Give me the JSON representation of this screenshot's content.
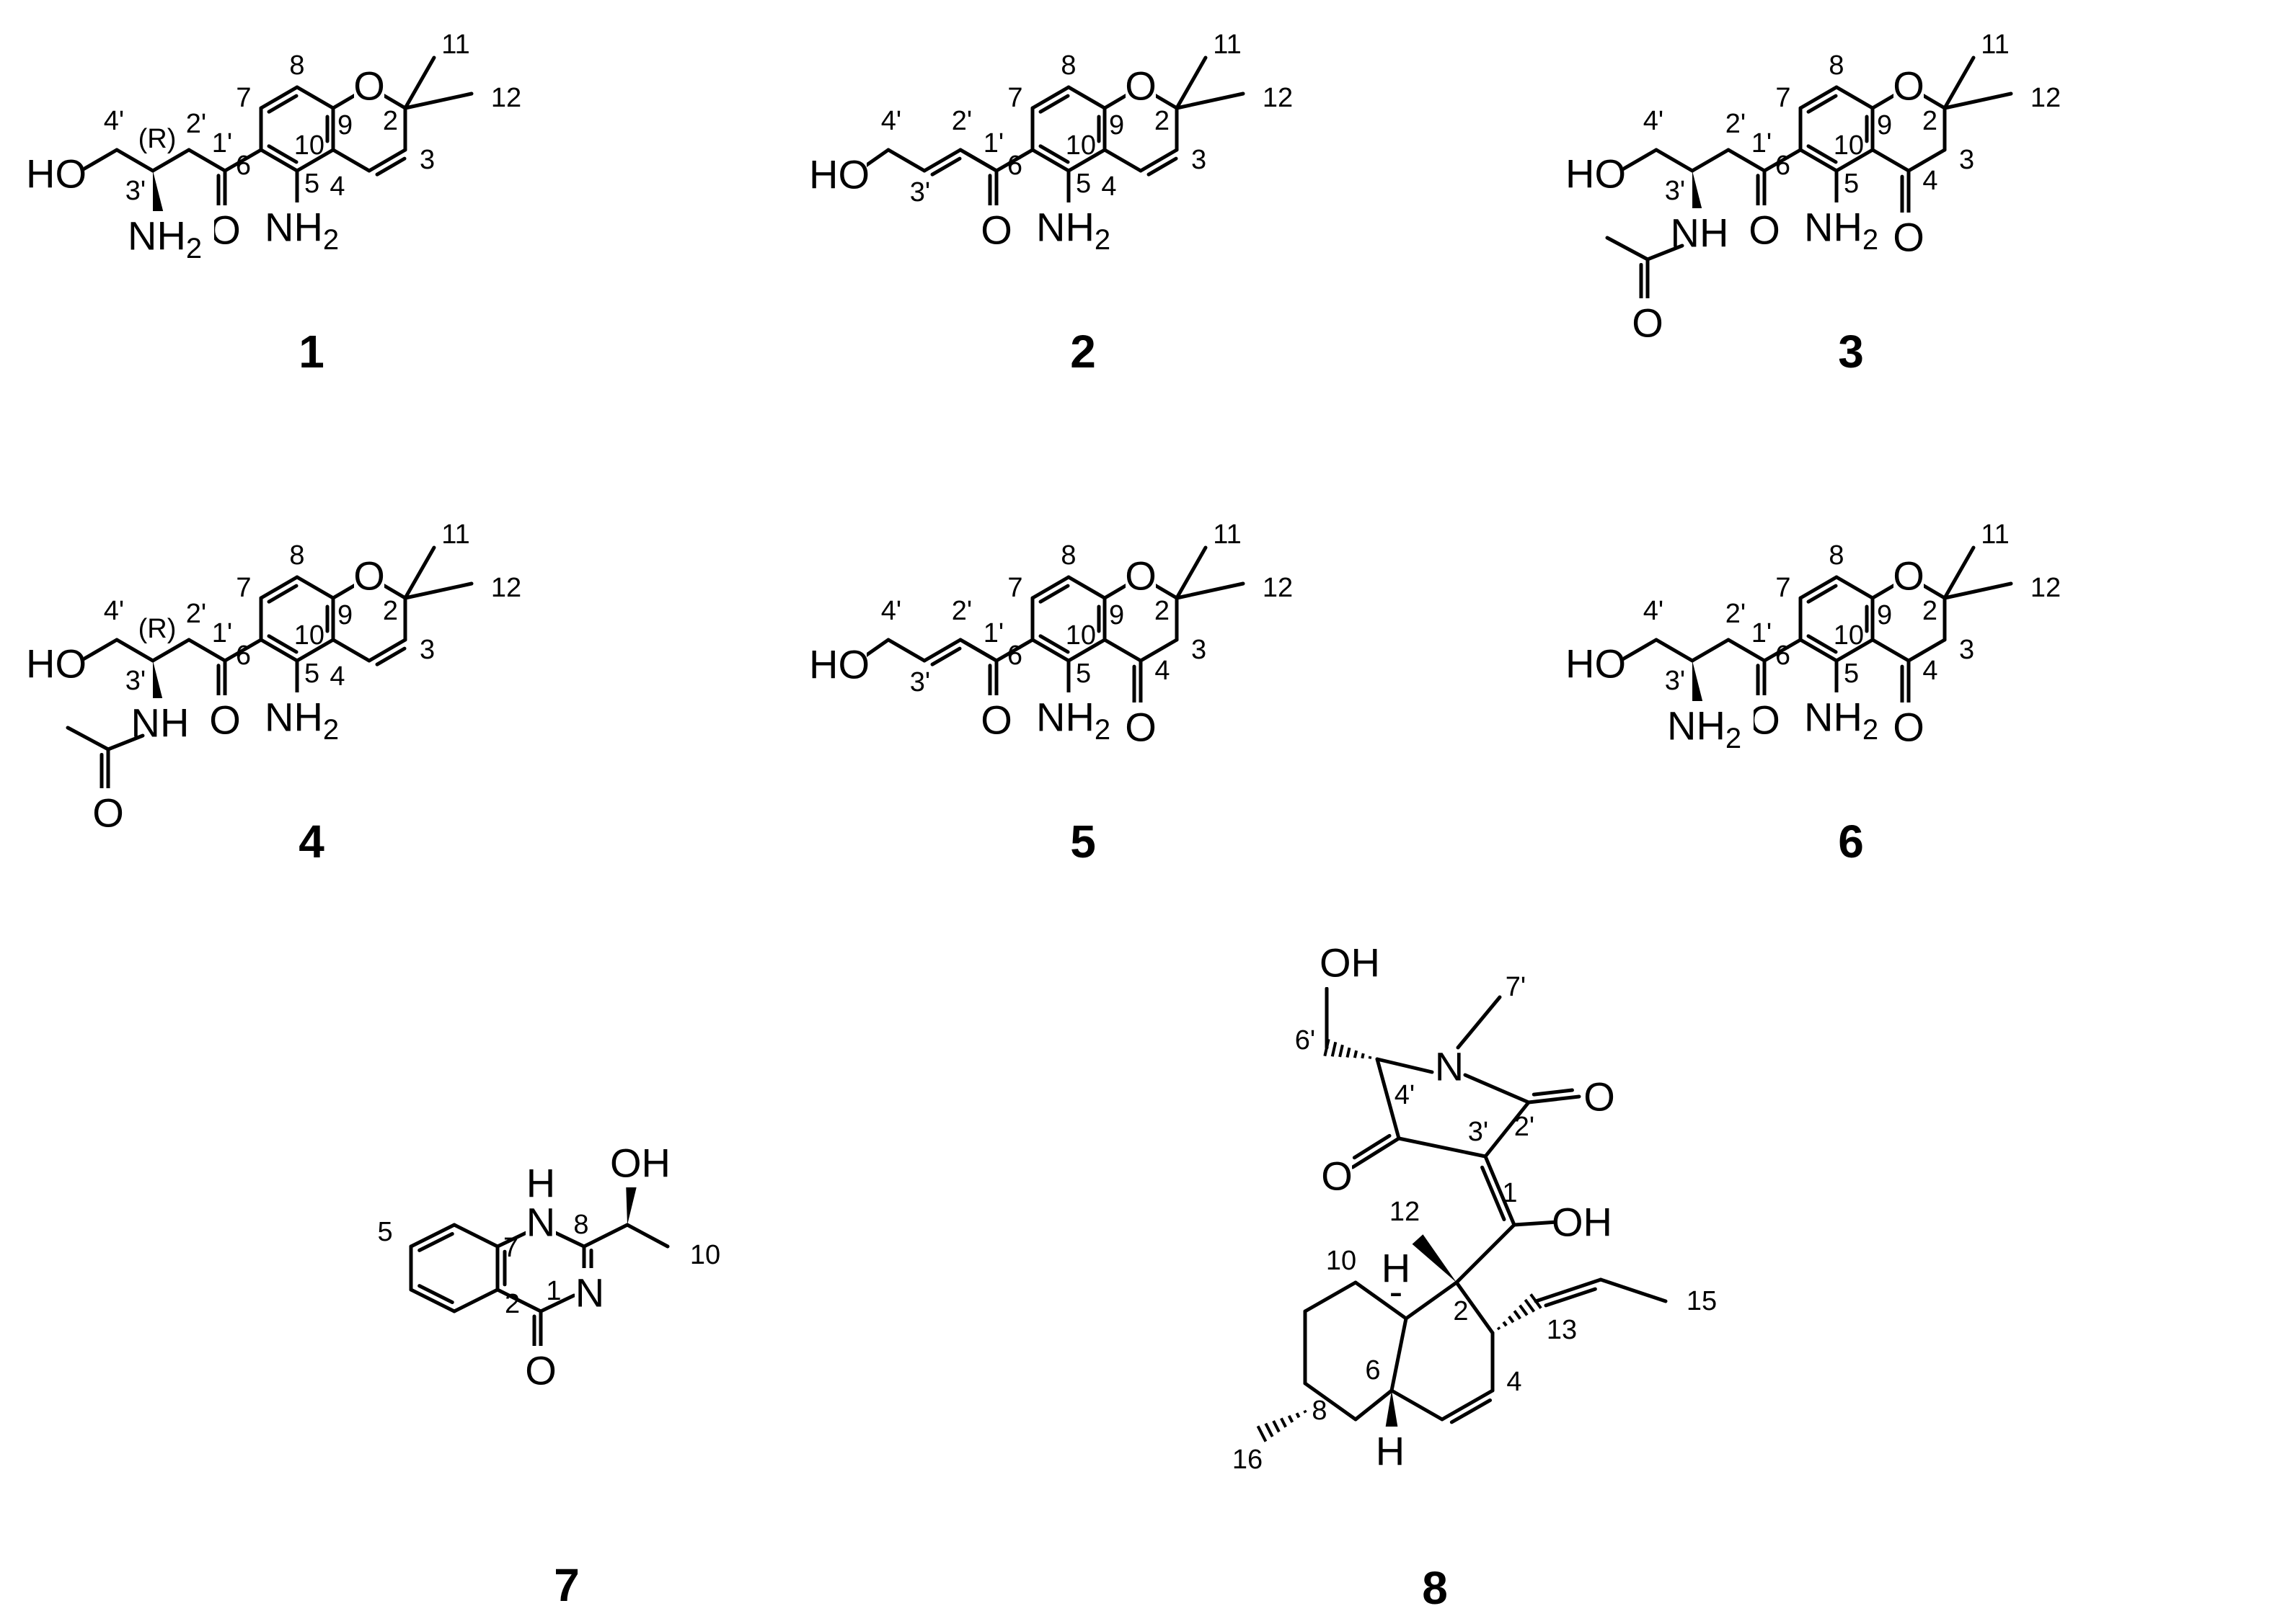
{
  "figure": {
    "compounds": [
      {
        "label": "1",
        "type": "aminochromene",
        "hydroxy": "HO",
        "n": "NH2",
        "acetyl": false,
        "stereo": "(R)",
        "ring": "chromene",
        "side": "amino",
        "wedgeDir": "down"
      },
      {
        "label": "2",
        "type": "aminochromene",
        "hydroxy": "HO",
        "n": "NH2",
        "acetyl": false,
        "stereo": "",
        "ring": "chromene",
        "side": "enone"
      },
      {
        "label": "3",
        "type": "aminochromene",
        "hydroxy": "HO",
        "n": "NH",
        "acetyl": true,
        "stereo": "",
        "ring": "chromanone",
        "side": "amino",
        "wedgeDir": "down"
      },
      {
        "label": "4",
        "type": "aminochromene",
        "hydroxy": "HO",
        "n": "NH",
        "acetyl": true,
        "stereo": "(R)",
        "ring": "chromene",
        "side": "amino",
        "wedgeDir": "down"
      },
      {
        "label": "5",
        "type": "aminochromene",
        "hydroxy": "HO",
        "n": "",
        "acetyl": false,
        "stereo": "",
        "ring": "chromanone",
        "side": "enone"
      },
      {
        "label": "6",
        "type": "aminochromene",
        "hydroxy": "HO",
        "n": "NH2",
        "acetyl": false,
        "stereo": "",
        "ring": "chromanone",
        "side": "amino",
        "wedgeDir": "down"
      },
      {
        "label": "7",
        "type": "quinazolinone"
      },
      {
        "label": "8",
        "type": "decalin"
      }
    ],
    "atoms": {
      "O": "O",
      "HO": "HO",
      "NH2_N": "NH",
      "NH2_sub": "2",
      "OH": "OH",
      "N": "N",
      "H": "H",
      "NH": "NH",
      "minus": "-"
    },
    "locants": {
      "one": "1",
      "two": "2",
      "three": "3",
      "four": "4",
      "five": "5",
      "six": "6",
      "seven": "7",
      "eight": "8",
      "nine": "9",
      "ten": "10",
      "eleven": "11",
      "twelve": "12",
      "thirteen": "13",
      "fifteen": "15",
      "sixteen": "16",
      "p1": "1'",
      "p2": "2'",
      "p3": "3'",
      "p4": "4'",
      "p6": "6'",
      "p7": "7'"
    }
  }
}
